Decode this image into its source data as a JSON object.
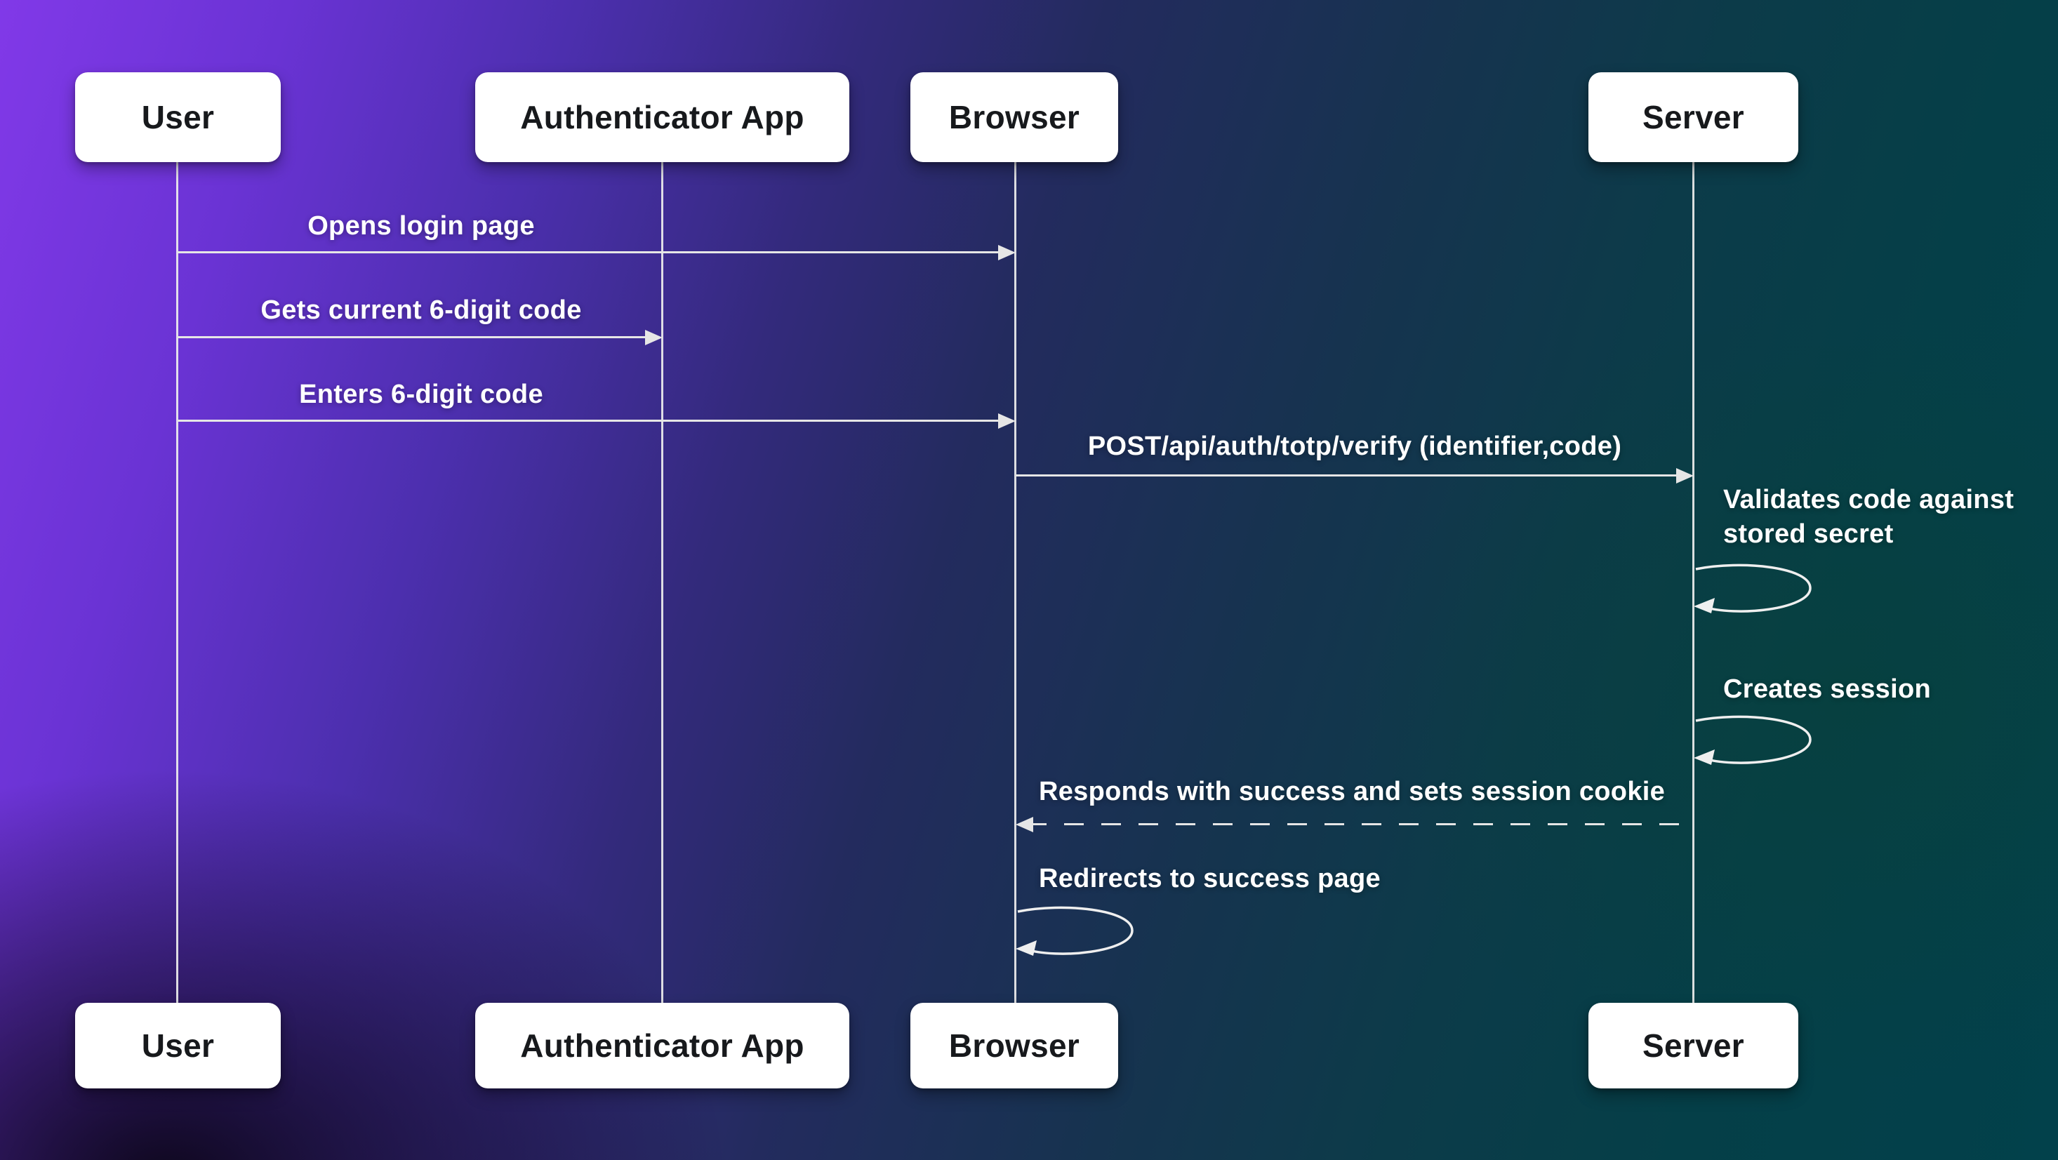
{
  "diagram": {
    "kind": "sequence-diagram",
    "topic": "TOTP login verification flow",
    "actors": [
      {
        "name": "User"
      },
      {
        "name": "Authenticator App"
      },
      {
        "name": "Browser"
      },
      {
        "name": "Server"
      }
    ],
    "messages": [
      {
        "label": "Opens login page",
        "from": "User",
        "to": "Browser",
        "line": "solid",
        "direction": "right"
      },
      {
        "label": "Gets current 6-digit code",
        "from": "User",
        "to": "Authenticator App",
        "line": "solid",
        "direction": "right"
      },
      {
        "label": "Enters 6-digit code",
        "from": "User",
        "to": "Browser",
        "line": "solid",
        "direction": "right"
      },
      {
        "label": "POST/api/auth/totp/verify (identifier,code)",
        "from": "Browser",
        "to": "Server",
        "line": "solid",
        "direction": "right"
      },
      {
        "label": "Validates code against stored secret",
        "from": "Server",
        "to": "Server",
        "line": "self-loop"
      },
      {
        "label": "Creates session",
        "from": "Server",
        "to": "Server",
        "line": "self-loop"
      },
      {
        "label": "Responds with success and sets session cookie",
        "from": "Server",
        "to": "Browser",
        "line": "dashed",
        "direction": "left"
      },
      {
        "label": "Redirects to success page",
        "from": "Browser",
        "to": "Browser",
        "line": "self-loop"
      }
    ],
    "colors": {
      "background_purple": "#8139e8",
      "background_indigo": "#332a7c",
      "background_navy": "#0c3347",
      "background_teal": "#02414b",
      "background_dark_corner": "#120b20",
      "actor_box_fill": "#ffffff",
      "actor_text": "#17191c",
      "line_and_arrow": "#e6e6e6",
      "message_text": "#ffffff"
    }
  }
}
